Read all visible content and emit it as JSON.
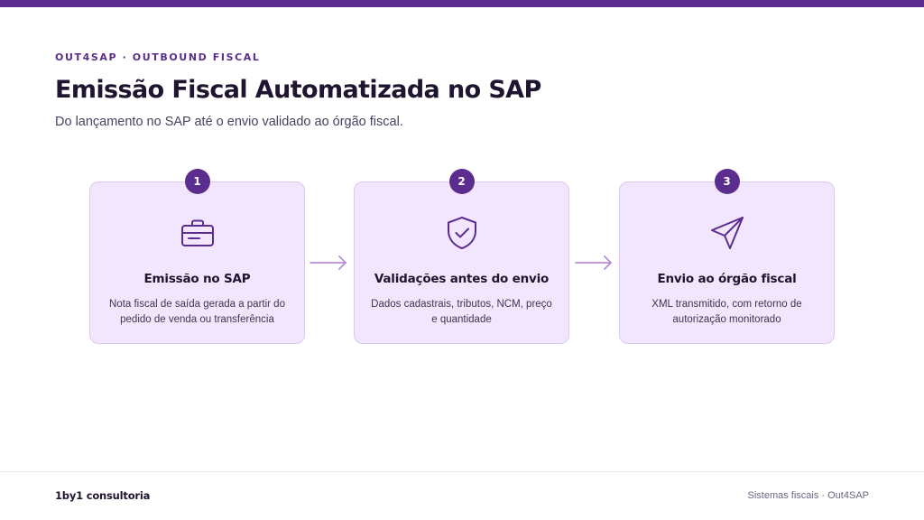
{
  "header": {
    "eyebrow": "OUT4SAP · OUTBOUND FISCAL",
    "title": "Emissão Fiscal Automatizada no SAP",
    "subtitle": "Do lançamento no SAP até o envio validado ao órgão fiscal."
  },
  "steps": [
    {
      "number": "1",
      "icon": "briefcase-icon",
      "title": "Emissão no SAP",
      "description": "Nota fiscal de saída gerada a partir do pedido de venda ou transferência"
    },
    {
      "number": "2",
      "icon": "shield-check-icon",
      "title": "Validações antes do envio",
      "description": "Dados cadastrais, tributos, NCM, preço e quantidade"
    },
    {
      "number": "3",
      "icon": "send-icon",
      "title": "Envio ao órgão fiscal",
      "description": "XML transmitido, com retorno de autorização monitorado"
    }
  ],
  "footer": {
    "brand": "1by1 consultoria",
    "right_text": "Sistemas fiscais · Out4SAP"
  },
  "colors": {
    "accent": "#5b2d8e",
    "card_background": "#f1e6fd",
    "card_border": "#dcc9f1",
    "arrow": "#b58fd8"
  }
}
